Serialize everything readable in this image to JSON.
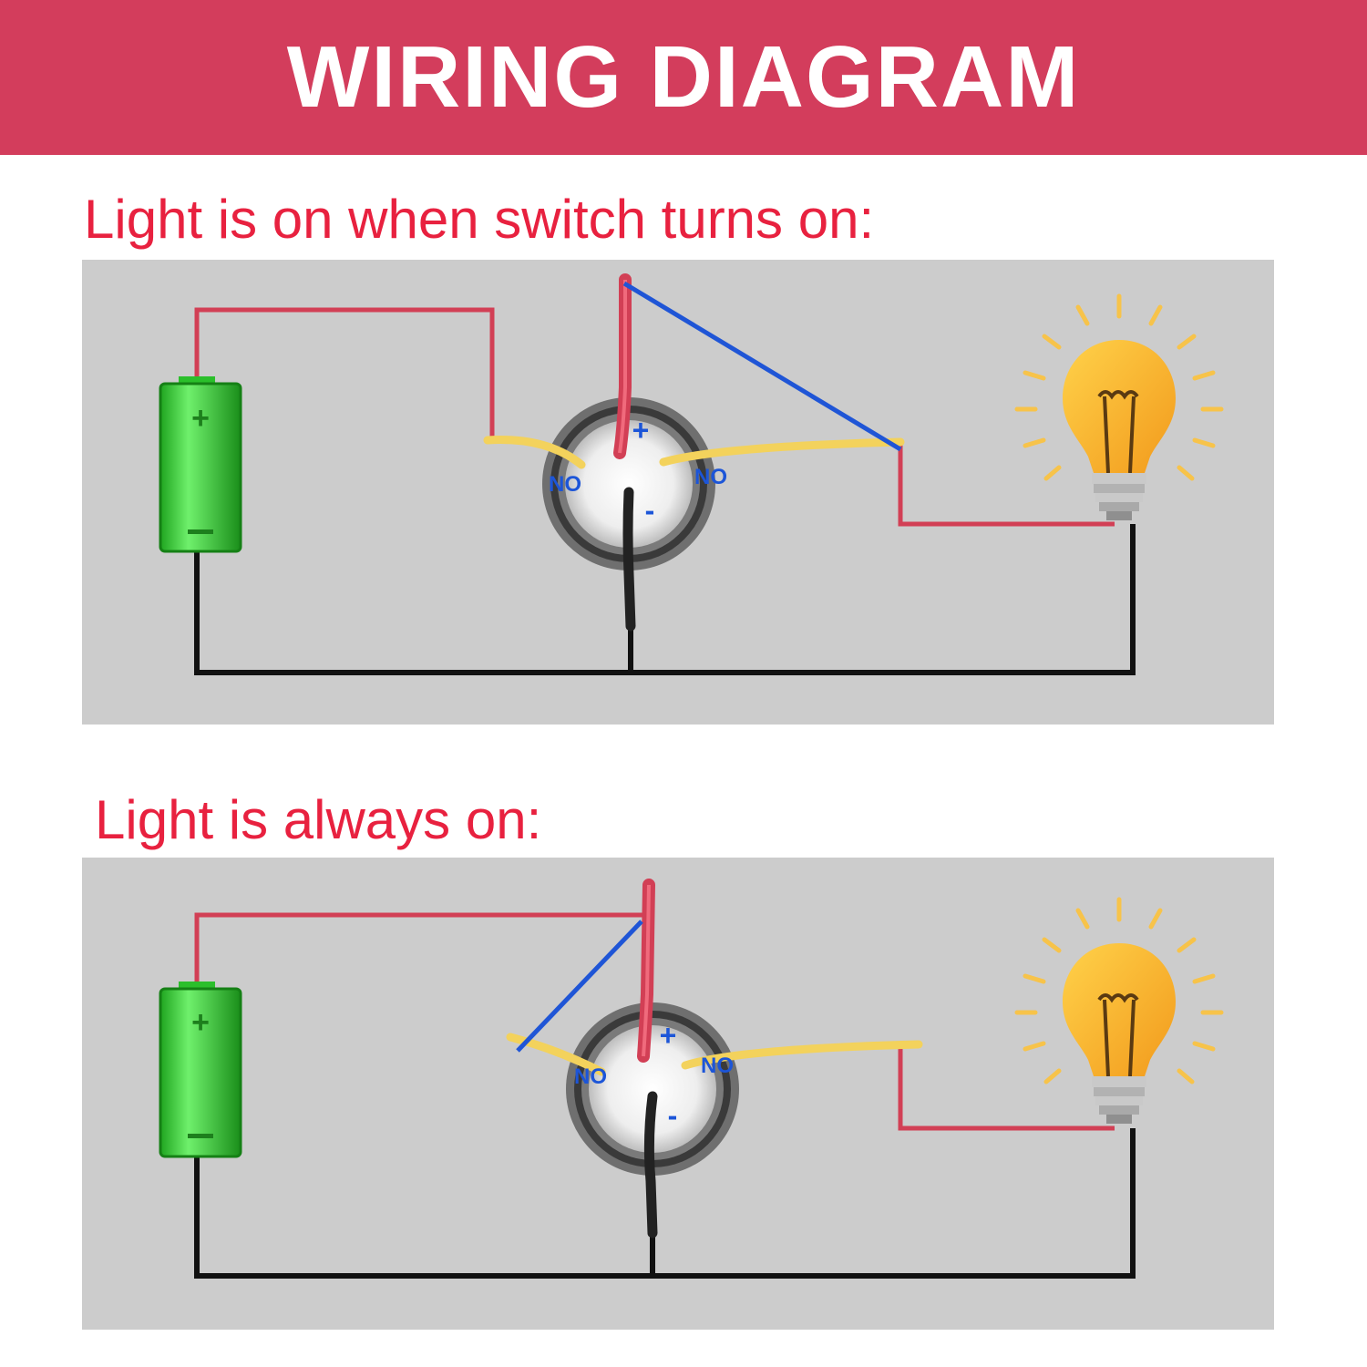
{
  "header": {
    "title": "WIRING DIAGRAM"
  },
  "diagrams": [
    {
      "heading": "Light is on when switch turns on:",
      "labels": {
        "plus": "+",
        "minus": "-",
        "no_left": "NO",
        "no_right": "NO"
      }
    },
    {
      "heading": "Light is always on:",
      "labels": {
        "plus": "+",
        "minus": "-",
        "no_left": "NO",
        "no_right": "NO"
      }
    }
  ],
  "colors": {
    "banner": "#d33d5c",
    "heading": "#e8213f",
    "panel": "#cccccc",
    "red_wire": "#d23f55",
    "black_wire": "#111111",
    "blue_wire": "#1f55d6",
    "yellow_wire": "#f3d25c",
    "battery": "#38d83a",
    "bulb": "#f7b82c",
    "label_blue": "#1c55d8"
  }
}
